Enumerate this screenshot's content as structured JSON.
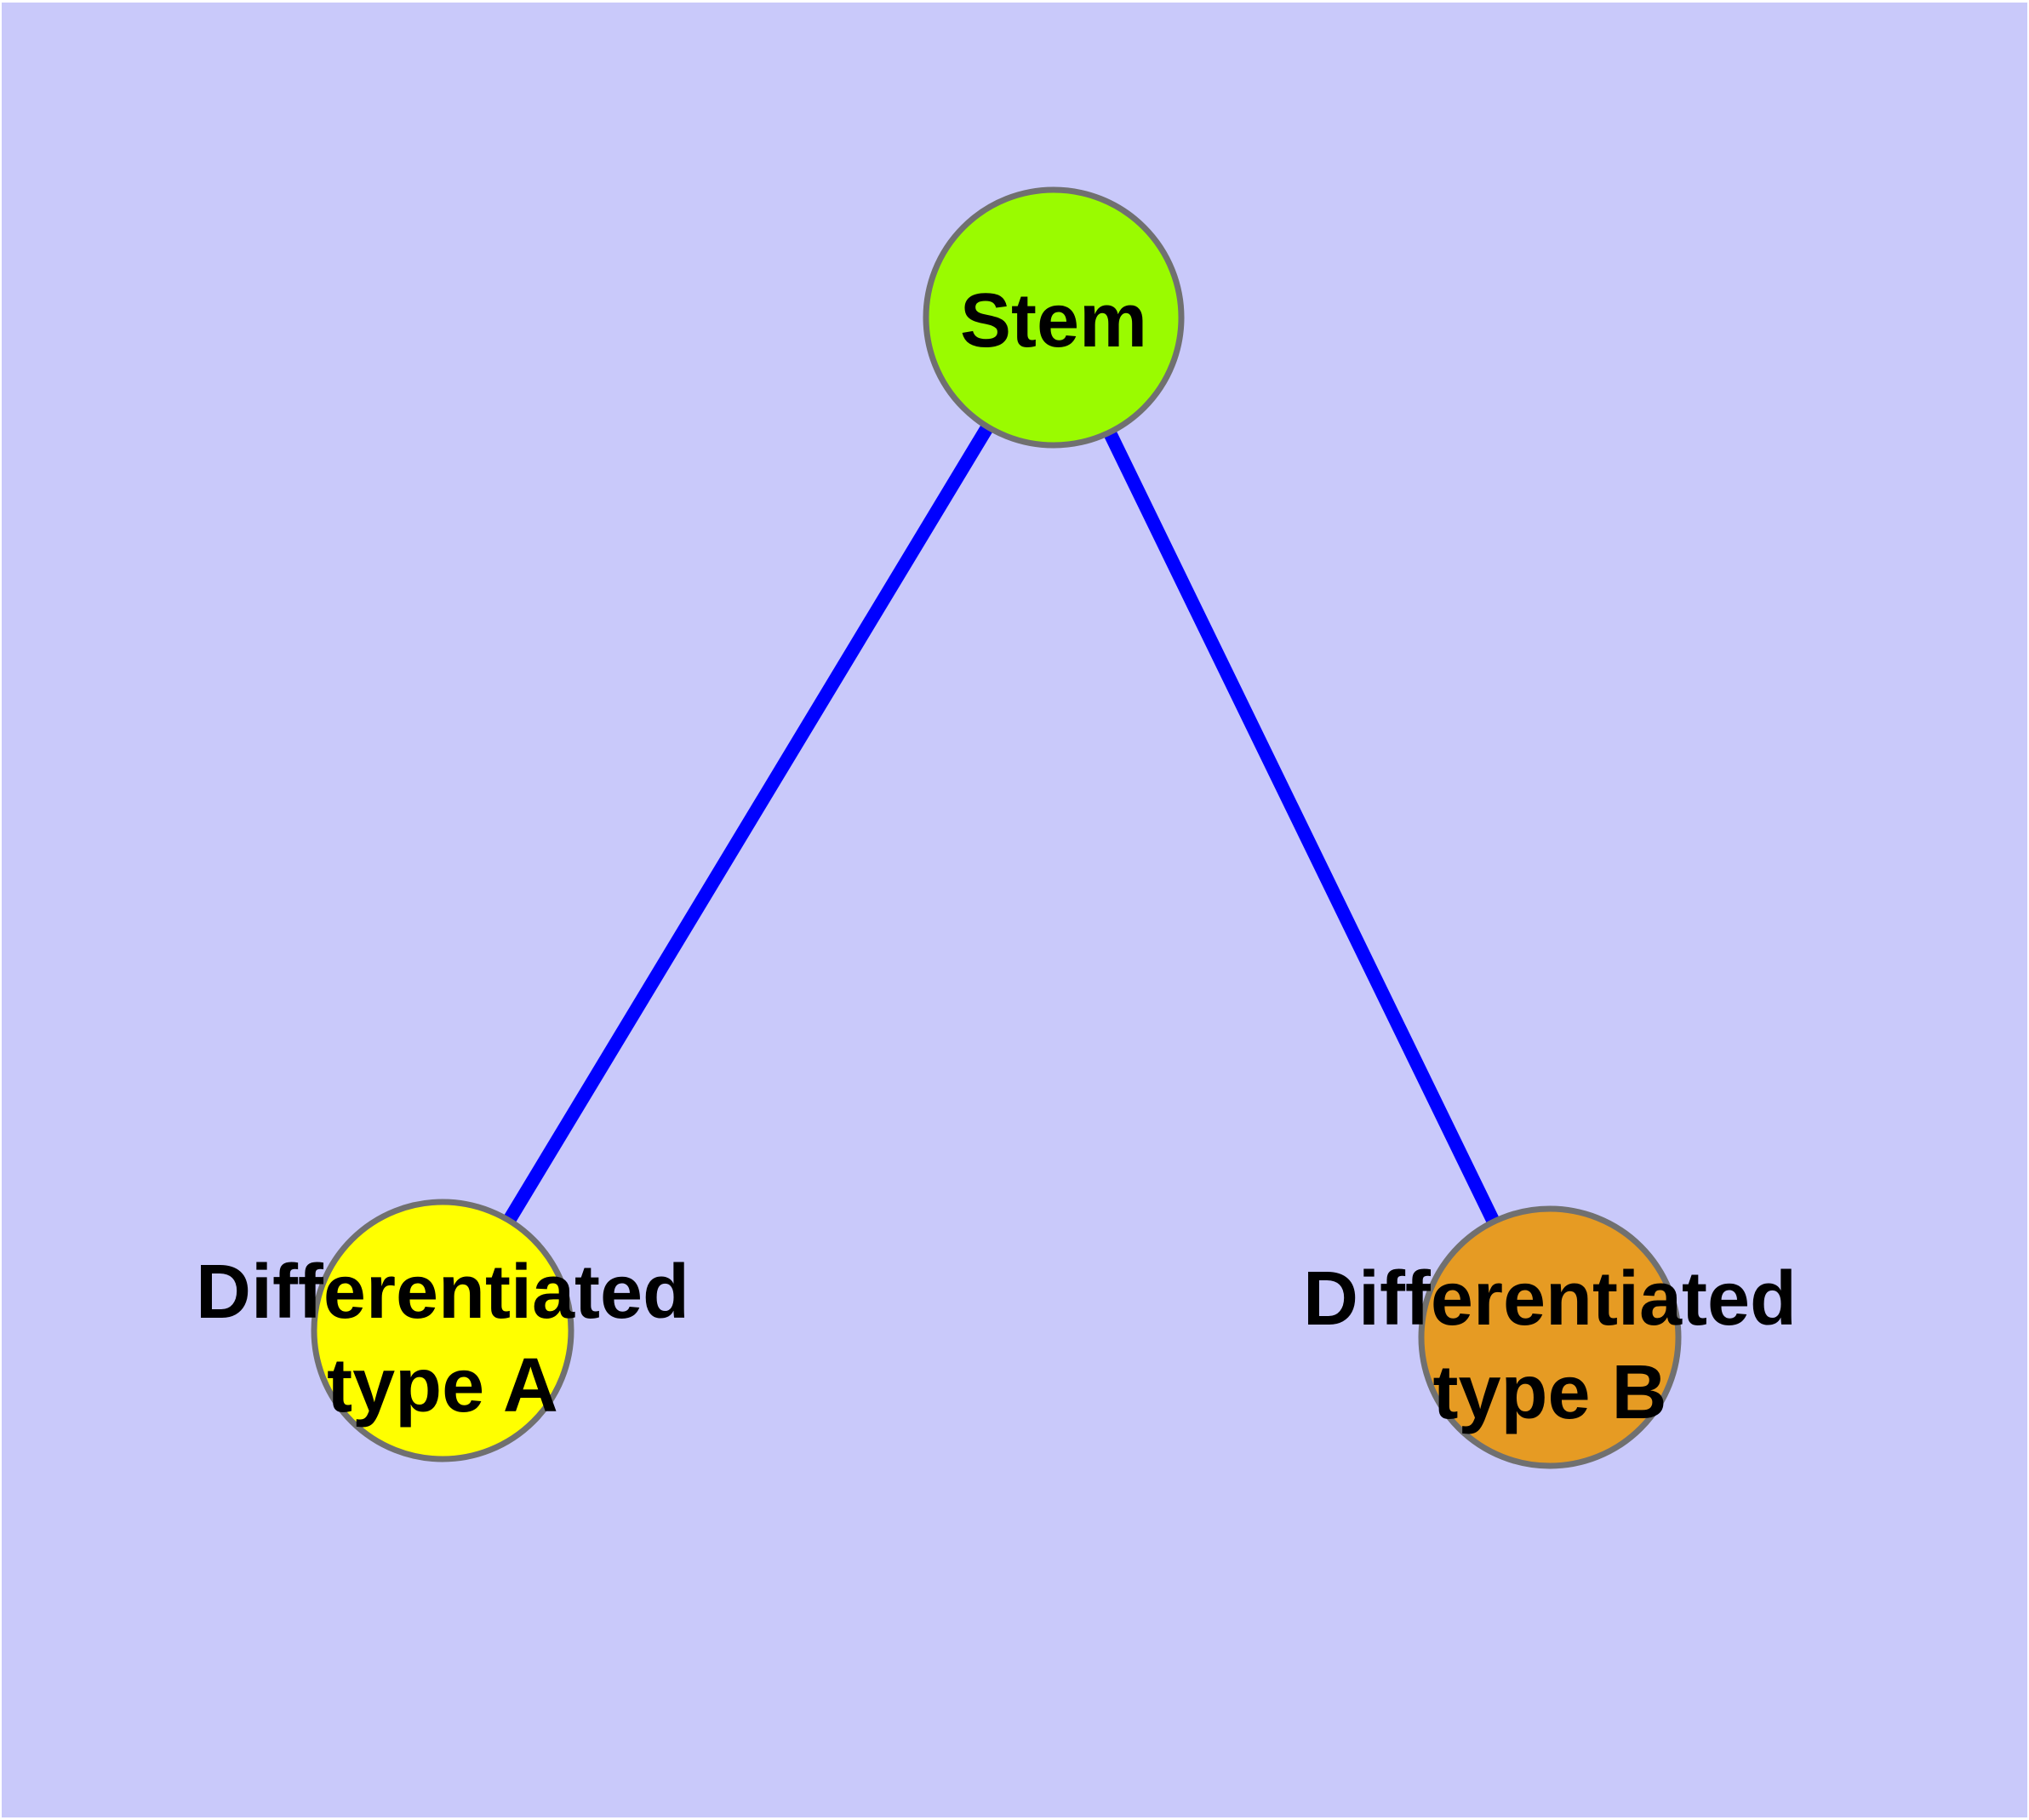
{
  "diagram": {
    "background_color": "#C9C9FA",
    "frame_color": "#FFFFFF",
    "text_color": "#000000",
    "node_border_color": "#707070",
    "edge_color": "#0000FF",
    "nodes": {
      "stem": {
        "label": "Stem",
        "fill": "#9AFB00"
      },
      "type_a": {
        "label_line1": "Differentiated",
        "label_line2": "type A",
        "fill": "#FFFF00"
      },
      "type_b": {
        "label_line1": "Differentiated",
        "label_line2": "type B",
        "fill": "#E69B23"
      }
    },
    "edges": {
      "stem_to_type_a": {
        "from": "Stem",
        "to": "Differentiated type A"
      },
      "stem_to_type_b": {
        "from": "Stem",
        "to": "Differentiated type B"
      }
    }
  }
}
